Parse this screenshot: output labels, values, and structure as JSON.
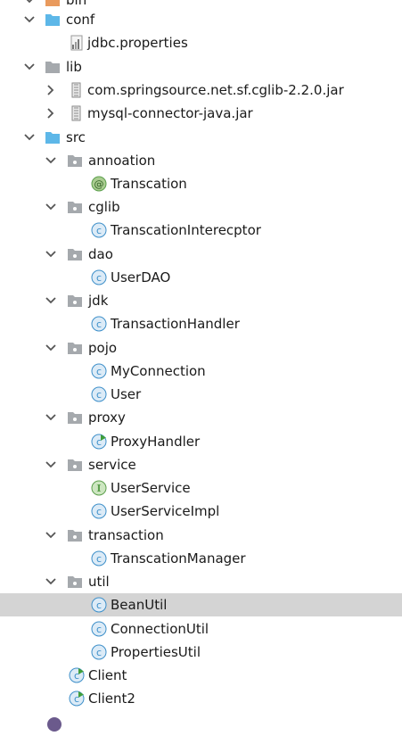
{
  "tree": {
    "bin": {
      "label": "bin"
    },
    "conf": {
      "label": "conf",
      "children": [
        {
          "label": "jdbc.properties"
        }
      ]
    },
    "lib": {
      "label": "lib",
      "children": [
        {
          "label": "com.springsource.net.sf.cglib-2.2.0.jar"
        },
        {
          "label": "mysql-connector-java.jar"
        }
      ]
    },
    "src": {
      "label": "src",
      "packages": [
        {
          "label": "annoation",
          "children": [
            {
              "label": "Transcation",
              "kind": "annotation"
            }
          ]
        },
        {
          "label": "cglib",
          "children": [
            {
              "label": "TranscationInterecptor",
              "kind": "class"
            }
          ]
        },
        {
          "label": "dao",
          "children": [
            {
              "label": "UserDAO",
              "kind": "class"
            }
          ]
        },
        {
          "label": "jdk",
          "children": [
            {
              "label": "TransactionHandler",
              "kind": "class"
            }
          ]
        },
        {
          "label": "pojo",
          "children": [
            {
              "label": "MyConnection",
              "kind": "class"
            },
            {
              "label": "User",
              "kind": "class"
            }
          ]
        },
        {
          "label": "proxy",
          "children": [
            {
              "label": "ProxyHandler",
              "kind": "class-runnable"
            }
          ]
        },
        {
          "label": "service",
          "children": [
            {
              "label": "UserService",
              "kind": "interface"
            },
            {
              "label": "UserServiceImpl",
              "kind": "class"
            }
          ]
        },
        {
          "label": "transaction",
          "children": [
            {
              "label": "TranscationManager",
              "kind": "class"
            }
          ]
        },
        {
          "label": "util",
          "children": [
            {
              "label": "BeanUtil",
              "kind": "class",
              "selected": true
            },
            {
              "label": "ConnectionUtil",
              "kind": "class"
            },
            {
              "label": "PropertiesUtil",
              "kind": "class"
            }
          ]
        }
      ],
      "classes": [
        {
          "label": "Client",
          "kind": "class-runnable"
        },
        {
          "label": "Client2",
          "kind": "class-runnable"
        }
      ]
    }
  },
  "colors": {
    "selection": "#d4d4d4",
    "folder_blue": "#5db7e8",
    "folder_gray": "#a5a9ad",
    "folder_orange": "#e99a5d",
    "class_blue": "#3d8fc9",
    "class_bg": "#dcebf7",
    "interface_green": "#5da04e",
    "run_arrow": "#3f9e3a"
  }
}
